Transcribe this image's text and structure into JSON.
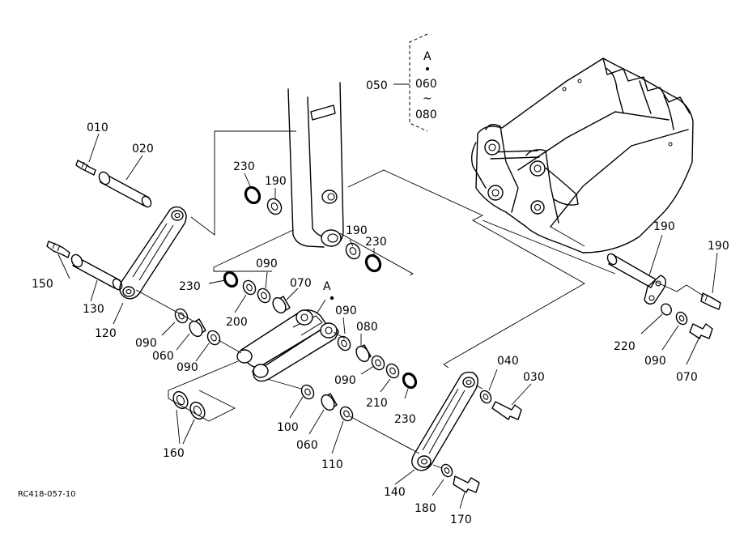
{
  "diagram": {
    "reference_code": "RC418-057-10",
    "group_label": {
      "number": "050",
      "line1": "A",
      "line2": "060",
      "line3": "080",
      "tilde": "~"
    },
    "detail_marker": "A",
    "callouts": [
      "010",
      "020",
      "030",
      "040",
      "060",
      "060",
      "070",
      "070",
      "080",
      "090",
      "090",
      "090",
      "090",
      "090",
      "090",
      "100",
      "110",
      "120",
      "130",
      "140",
      "150",
      "160",
      "170",
      "180",
      "190",
      "190",
      "190",
      "190",
      "200",
      "210",
      "220",
      "230",
      "230",
      "230",
      "230"
    ]
  }
}
